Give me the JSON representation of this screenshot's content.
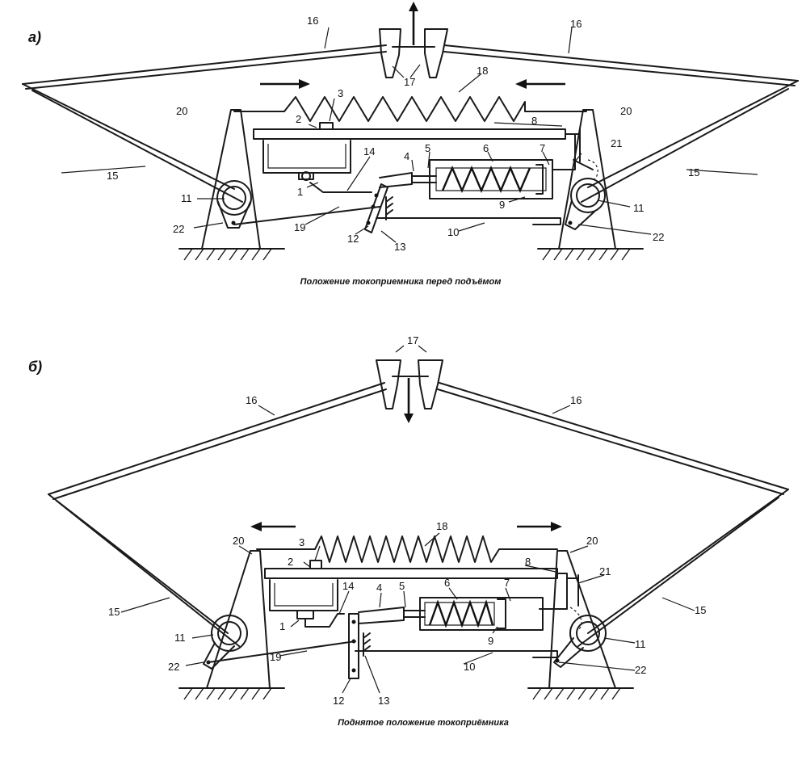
{
  "diagram_a": {
    "panel_label": "а)",
    "caption": "Положение токоприемника перед подъёмом",
    "labels": {
      "n1": "1",
      "n2": "2",
      "n3": "3",
      "n4": "4",
      "n5": "5",
      "n6": "6",
      "n7": "7",
      "n8": "8",
      "n9": "9",
      "n10": "10",
      "n11_left": "11",
      "n11_right": "11",
      "n12": "12",
      "n13": "13",
      "n14": "14",
      "n15_left": "15",
      "n15_right": "15",
      "n16_left": "16",
      "n16_right": "16",
      "n17": "17",
      "n18": "18",
      "n19": "19",
      "n20_left": "20",
      "n20_right": "20",
      "n21": "21",
      "n22_left": "22",
      "n22_right": "22"
    }
  },
  "diagram_b": {
    "panel_label": "б)",
    "caption": "Поднятое положение токоприёмника",
    "labels": {
      "n1": "1",
      "n2": "2",
      "n3": "3",
      "n4": "4",
      "n5": "5",
      "n6": "6",
      "n7": "7",
      "n8": "8",
      "n9": "9",
      "n10": "10",
      "n11_left": "11",
      "n11_right": "11",
      "n12": "12",
      "n13": "13",
      "n14": "14",
      "n15_left": "15",
      "n15_right": "15",
      "n16_left": "16",
      "n16_right": "16",
      "n17": "17",
      "n18": "18",
      "n19": "19",
      "n20_left": "20",
      "n20_right": "20",
      "n21": "21",
      "n22_left": "22",
      "n22_right": "22"
    }
  }
}
